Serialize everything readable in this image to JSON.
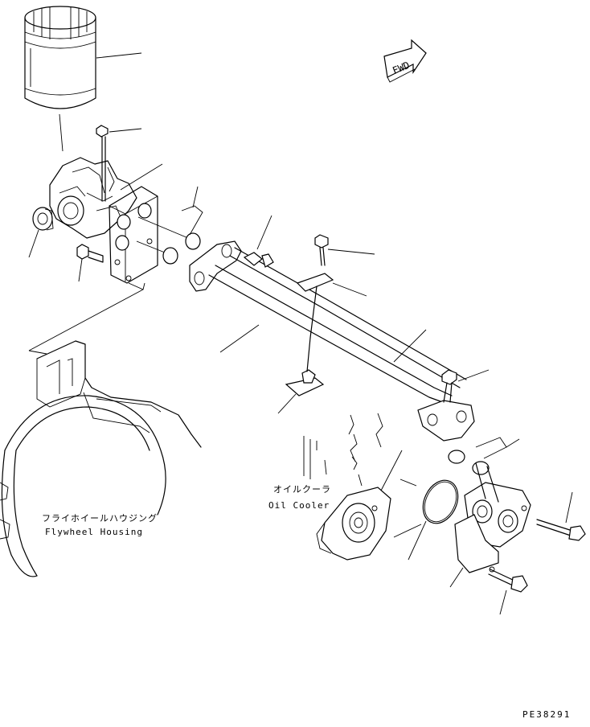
{
  "labels": {
    "oil_cooler_jp": "オイルクーラ",
    "oil_cooler_en": "Oil Cooler",
    "flywheel_housing_jp": "フライホイールハウジング",
    "flywheel_housing_en": "Flywheel Housing",
    "fwd": "FWD",
    "drawing_code": "PE38291"
  }
}
